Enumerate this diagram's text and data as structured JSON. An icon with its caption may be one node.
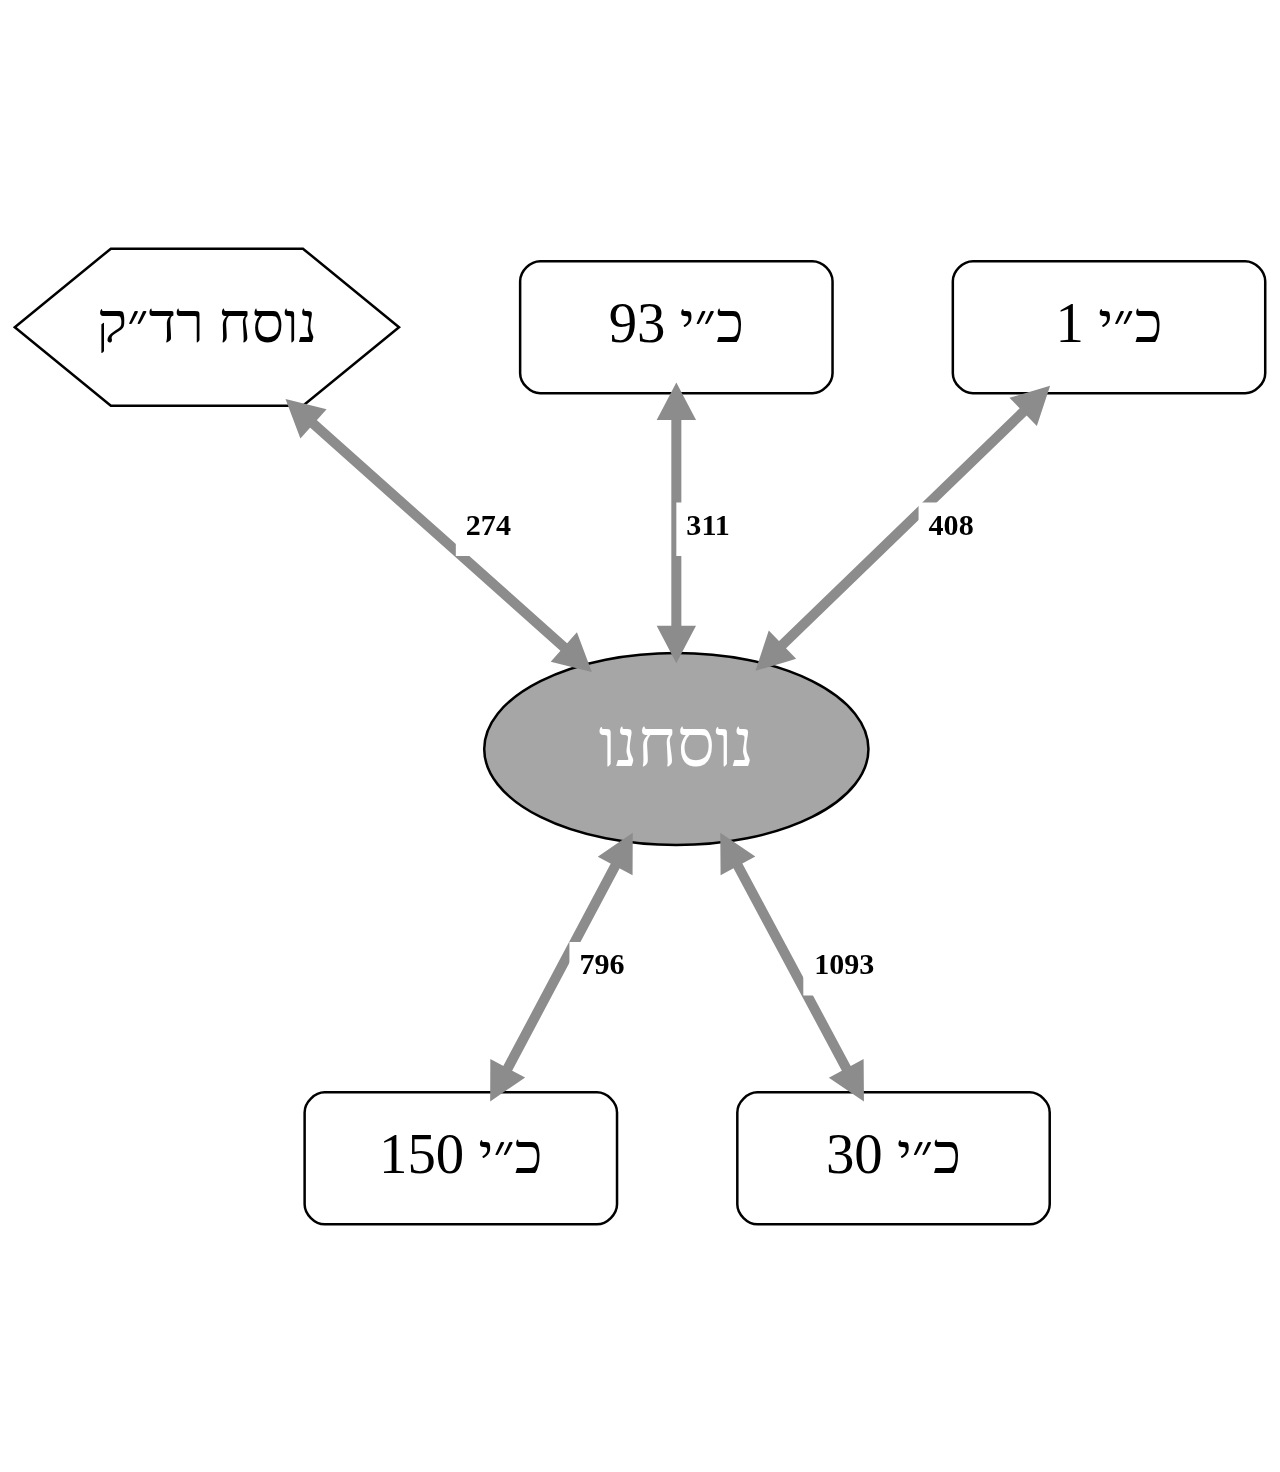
{
  "diagram": {
    "nodes": [
      {
        "text": [
          "נוסח רד״ק"
        ]
      },
      {
        "text": [
          "כ״י 93"
        ]
      },
      {
        "text": [
          "כ״י 1"
        ]
      },
      {
        "text": [
          "נוסחנו"
        ]
      },
      {
        "text": [
          "כ״י 150"
        ]
      },
      {
        "text": [
          "כ״י 30"
        ]
      }
    ],
    "edges": [
      {
        "from": 0,
        "to": 3,
        "arrow": "both",
        "label": "274"
      },
      {
        "from": 1,
        "to": 3,
        "arrow": "both",
        "label": "311"
      },
      {
        "from": 2,
        "to": 3,
        "arrow": "both",
        "label": "408"
      },
      {
        "from": 3,
        "to": 4,
        "arrow": "both",
        "label": "796"
      },
      {
        "from": 3,
        "to": 5,
        "arrow": "both",
        "label": "1093"
      }
    ]
  }
}
